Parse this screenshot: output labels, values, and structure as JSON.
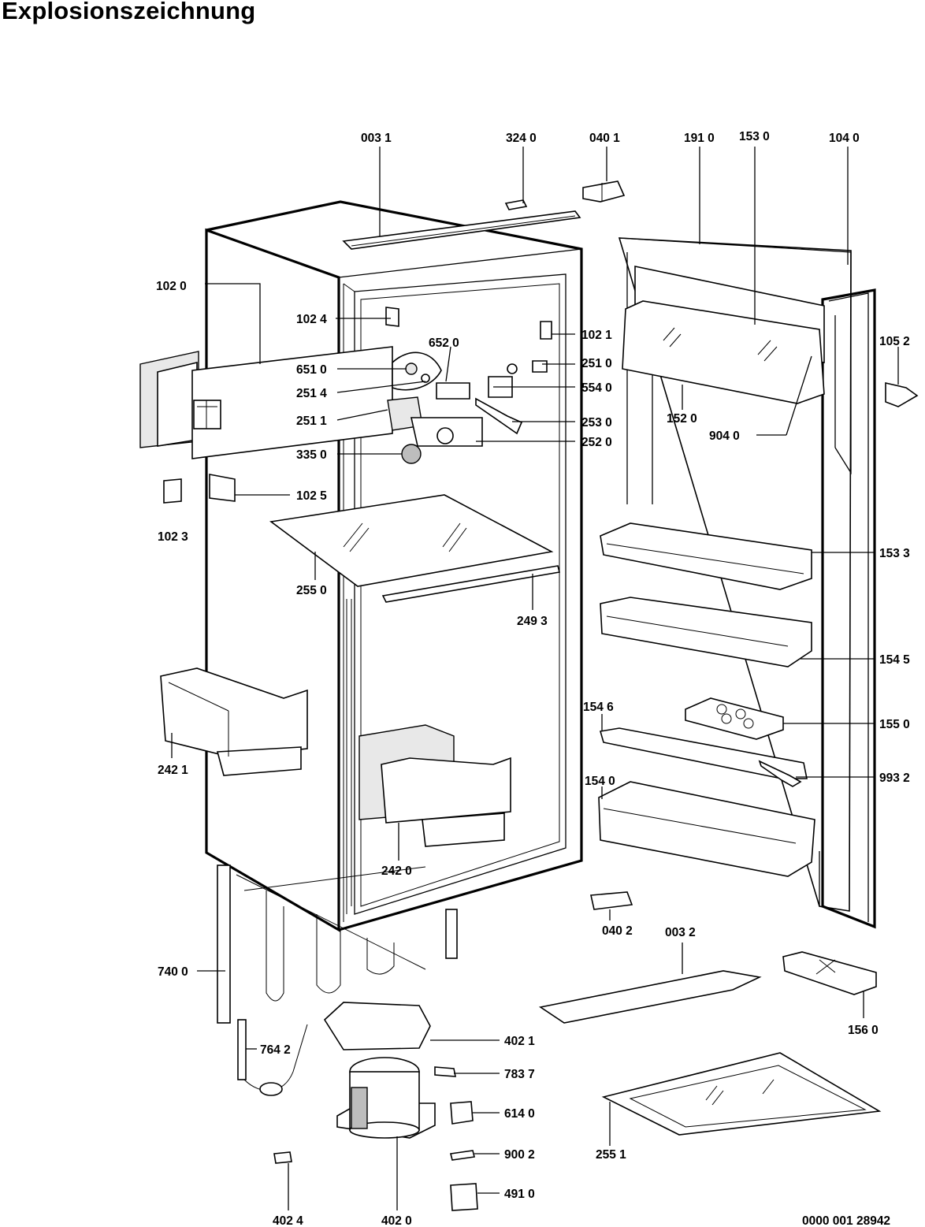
{
  "title": "Explosionszeichnung",
  "document_number": "0000 001 28942",
  "part_labels": [
    "003 1",
    "324 0",
    "040 1",
    "191 0",
    "153 0",
    "104 0",
    "102 0",
    "102 4",
    "102 1",
    "652 0",
    "105 2",
    "651 0",
    "251 0",
    "251 4",
    "554 0",
    "251 1",
    "253 0",
    "152 0",
    "904 0",
    "252 0",
    "335 0",
    "102 5",
    "102 3",
    "153 3",
    "255 0",
    "249 3",
    "154 5",
    "154 6",
    "155 0",
    "242 1",
    "154 0",
    "993 2",
    "242 0",
    "040 2",
    "003 2",
    "740 0",
    "156 0",
    "402 1",
    "764 2",
    "783 7",
    "614 0",
    "255 1",
    "900 2",
    "491 0",
    "402 4",
    "402 0"
  ]
}
